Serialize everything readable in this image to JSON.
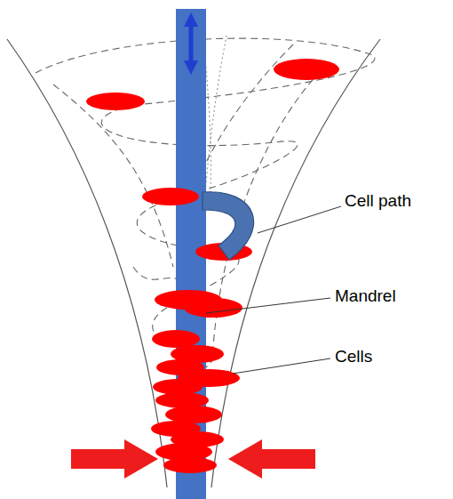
{
  "diagram": {
    "labels": [
      "Cell path",
      "Mandrel",
      "Cells"
    ]
  }
}
